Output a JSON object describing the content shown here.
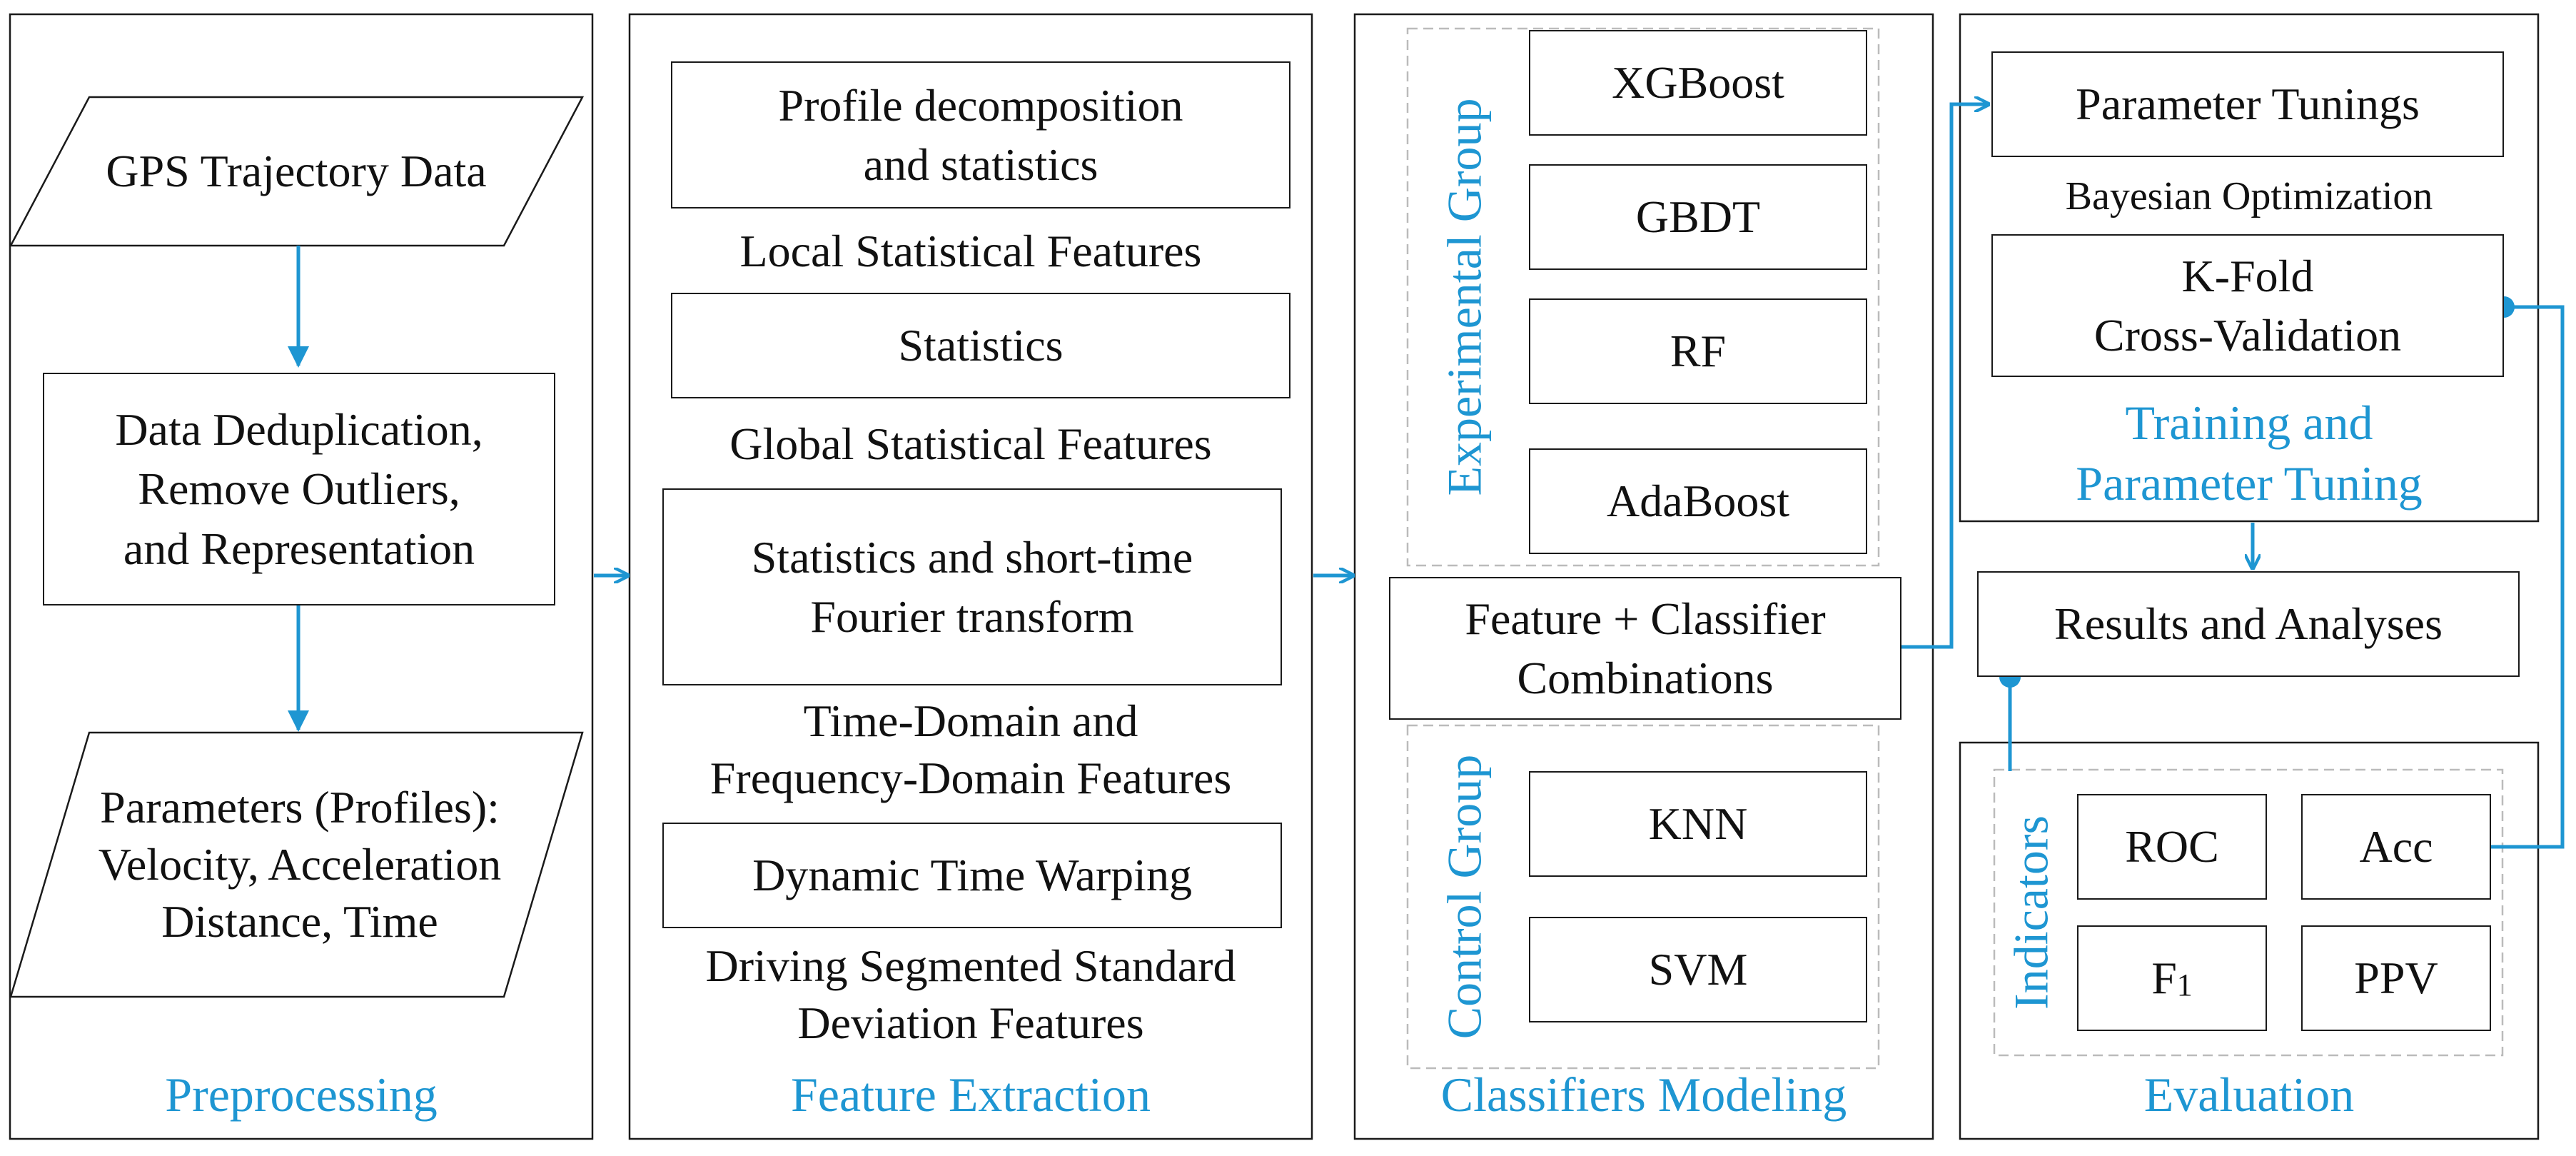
{
  "colors": {
    "accent": "#1e96d2",
    "border": "#1a1a1a",
    "dashed_border": "#bbbbbb"
  },
  "stages": {
    "preprocessing": "Preprocessing",
    "feature_extraction": "Feature Extraction",
    "classifiers_modeling": "Classifiers Modeling",
    "evaluation": "Evaluation"
  },
  "preprocessing": {
    "input": "GPS Trajectory Data",
    "cleaning": [
      "Data Deduplication,",
      "Remove Outliers,",
      "and Representation"
    ],
    "output": [
      "Parameters (Profiles):",
      "Velocity, Acceleration",
      "Distance, Time"
    ]
  },
  "features": {
    "local_method": [
      "Profile decomposition",
      "and statistics"
    ],
    "local_label": "Local Statistical Features",
    "global_method": "Statistics",
    "global_label": "Global Statistical Features",
    "tf_method": [
      "Statistics and short-time",
      "Fourier transform"
    ],
    "tf_label": [
      "Time-Domain and",
      "Frequency-Domain Features"
    ],
    "dtw_method": "Dynamic Time Warping",
    "dtw_label": [
      "Driving Segmented Standard",
      "Deviation Features"
    ]
  },
  "classifiers": {
    "experimental_group": "Experimental Group",
    "experimental": [
      "XGBoost",
      "GBDT",
      "RF",
      "AdaBoost"
    ],
    "combination": [
      "Feature + Classifier",
      "Combinations"
    ],
    "control_group": "Control Group",
    "control": [
      "KNN",
      "SVM"
    ]
  },
  "evaluation": {
    "tuning": "Parameter Tunings",
    "bayes": "Bayesian Optimization",
    "kfold": [
      "K-Fold",
      "Cross-Validation"
    ],
    "training_label": [
      "Training and",
      "Parameter Tuning"
    ],
    "results": "Results and Analyses",
    "indicators_label": "Indicators",
    "indicators": [
      "ROC",
      "Acc",
      "PPV"
    ],
    "f1_letter": "F",
    "f1_sub": "1"
  }
}
